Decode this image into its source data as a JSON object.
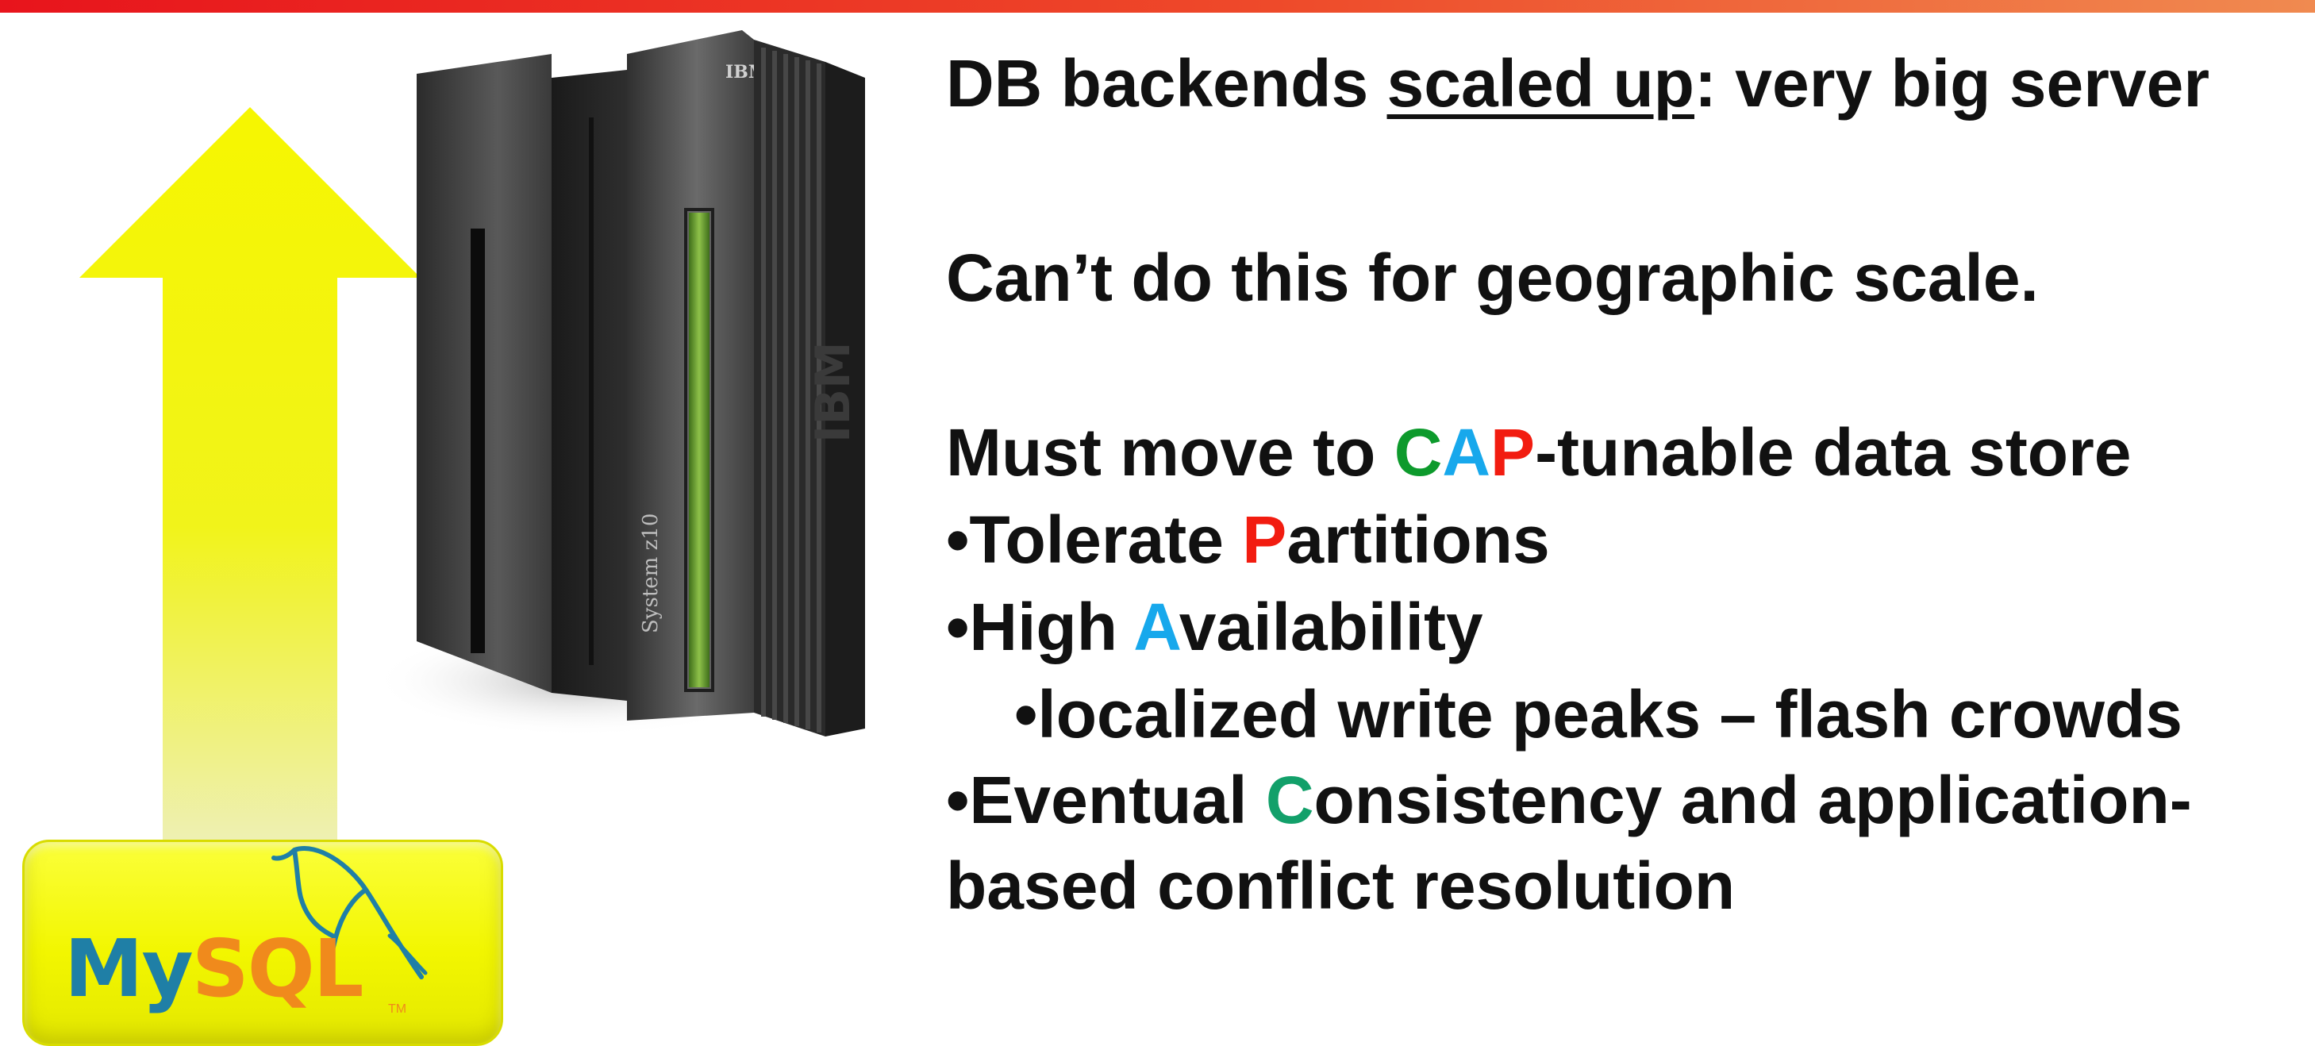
{
  "slide": {
    "line1": {
      "before": "DB backends ",
      "underlined": "scaled up",
      "after": ": very big server"
    },
    "line2": "Can’t do this for geographic scale.",
    "line3": {
      "before": "Must move to ",
      "c": "C",
      "a": "A",
      "p": "P",
      "after": "-tunable data store"
    },
    "bullet1": {
      "prefix": "•Tolerate ",
      "highlight": "P",
      "after": "artitions"
    },
    "bullet2": {
      "prefix": "•High ",
      "highlight": "A",
      "after": "vailability"
    },
    "sub_bullet": "•localized write peaks – flash crowds",
    "bullet3": {
      "prefix": "•Eventual ",
      "highlight": "C",
      "after": "onsistency and application-"
    },
    "bullet3_cont": "based conflict resolution"
  },
  "server": {
    "brand": "IBM",
    "model": "System z10"
  },
  "logo": {
    "my": "My",
    "sql": "SQL",
    "tm": "TM"
  },
  "colors": {
    "consistency": "#0d9a2c",
    "availability": "#17a8ec",
    "partitions": "#f21c10",
    "arrow": "#f5f500",
    "top_bar": "#e8141c"
  },
  "icons": [
    "up-arrow-icon",
    "mainframe-server-image",
    "mysql-logo",
    "dolphin-icon"
  ]
}
